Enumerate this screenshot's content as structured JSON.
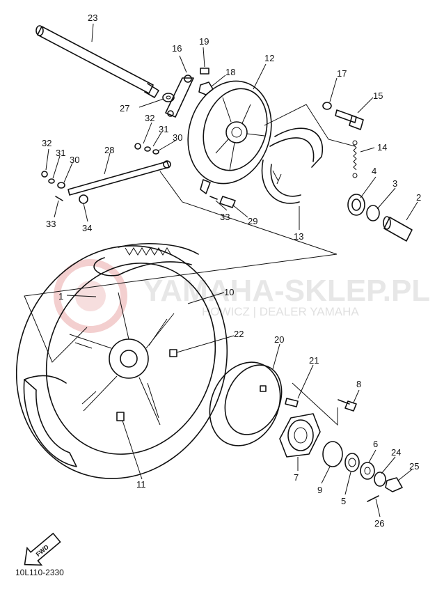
{
  "watermark": {
    "main": "YAMAHA-SKLEP.PL",
    "sub": "HOWICZ | DEALER YAMAHA"
  },
  "diagram_code": "10L110-2330",
  "fwd_label": "FWD",
  "callouts": [
    {
      "id": "c1",
      "label": "1"
    },
    {
      "id": "c2",
      "label": "2"
    },
    {
      "id": "c3",
      "label": "3"
    },
    {
      "id": "c4",
      "label": "4"
    },
    {
      "id": "c5",
      "label": "5"
    },
    {
      "id": "c6",
      "label": "6"
    },
    {
      "id": "c7",
      "label": "7"
    },
    {
      "id": "c8",
      "label": "8"
    },
    {
      "id": "c9",
      "label": "9"
    },
    {
      "id": "c10",
      "label": "10"
    },
    {
      "id": "c11",
      "label": "11"
    },
    {
      "id": "c12",
      "label": "12"
    },
    {
      "id": "c13",
      "label": "13"
    },
    {
      "id": "c14",
      "label": "14"
    },
    {
      "id": "c15",
      "label": "15"
    },
    {
      "id": "c16",
      "label": "16"
    },
    {
      "id": "c17",
      "label": "17"
    },
    {
      "id": "c18",
      "label": "18"
    },
    {
      "id": "c19",
      "label": "19"
    },
    {
      "id": "c20",
      "label": "20"
    },
    {
      "id": "c21",
      "label": "21"
    },
    {
      "id": "c22",
      "label": "22"
    },
    {
      "id": "c23",
      "label": "23"
    },
    {
      "id": "c24",
      "label": "24"
    },
    {
      "id": "c25",
      "label": "25"
    },
    {
      "id": "c26",
      "label": "26"
    },
    {
      "id": "c27",
      "label": "27"
    },
    {
      "id": "c28",
      "label": "28"
    },
    {
      "id": "c29",
      "label": "29"
    },
    {
      "id": "c30a",
      "label": "30"
    },
    {
      "id": "c30b",
      "label": "30"
    },
    {
      "id": "c31a",
      "label": "31"
    },
    {
      "id": "c31b",
      "label": "31"
    },
    {
      "id": "c32a",
      "label": "32"
    },
    {
      "id": "c32b",
      "label": "32"
    },
    {
      "id": "c33a",
      "label": "33"
    },
    {
      "id": "c33b",
      "label": "33"
    },
    {
      "id": "c34",
      "label": "34"
    }
  ]
}
